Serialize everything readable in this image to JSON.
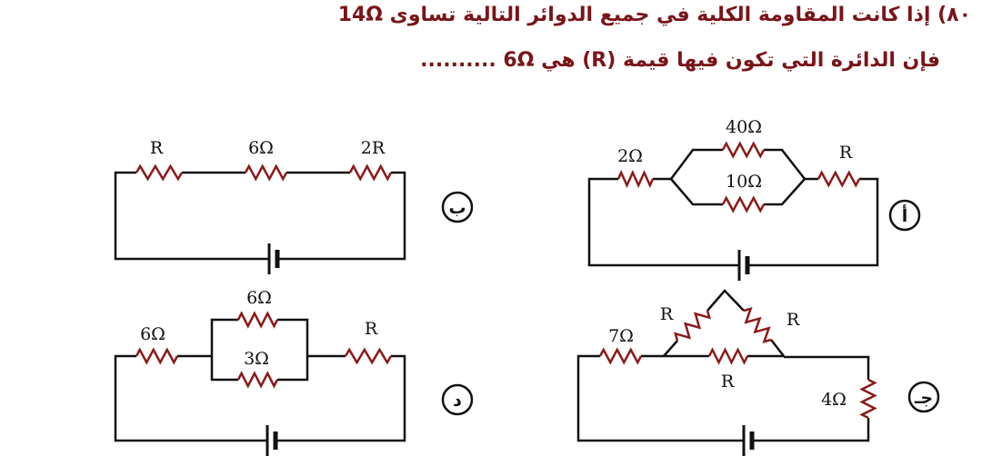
{
  "question": {
    "line1": "٨٠) إذا كانت المقاومة الكلية في جميع الدوائر التالية تساوى 14Ω",
    "line2": "فإن الدائرة التي تكون فيها قيمة (R) هي 6Ω .........."
  },
  "colors": {
    "title": "#7a1418",
    "resistor": "#8b1a1a",
    "wire": "#111111"
  },
  "circuits": {
    "a": {
      "option": "أ",
      "r1": "2Ω",
      "r_top": "40Ω",
      "r_bottom": "10Ω",
      "r2": "R"
    },
    "b": {
      "option": "ب",
      "r1": "R",
      "r2": "6Ω",
      "r3": "2R"
    },
    "c": {
      "option": "جـ",
      "r1": "7Ω",
      "r_left": "R",
      "r_right": "R",
      "r_mid": "R",
      "r_side": "4Ω"
    },
    "d": {
      "option": "د",
      "r1": "6Ω",
      "r_top": "6Ω",
      "r_bottom": "3Ω",
      "r2": "R"
    }
  }
}
